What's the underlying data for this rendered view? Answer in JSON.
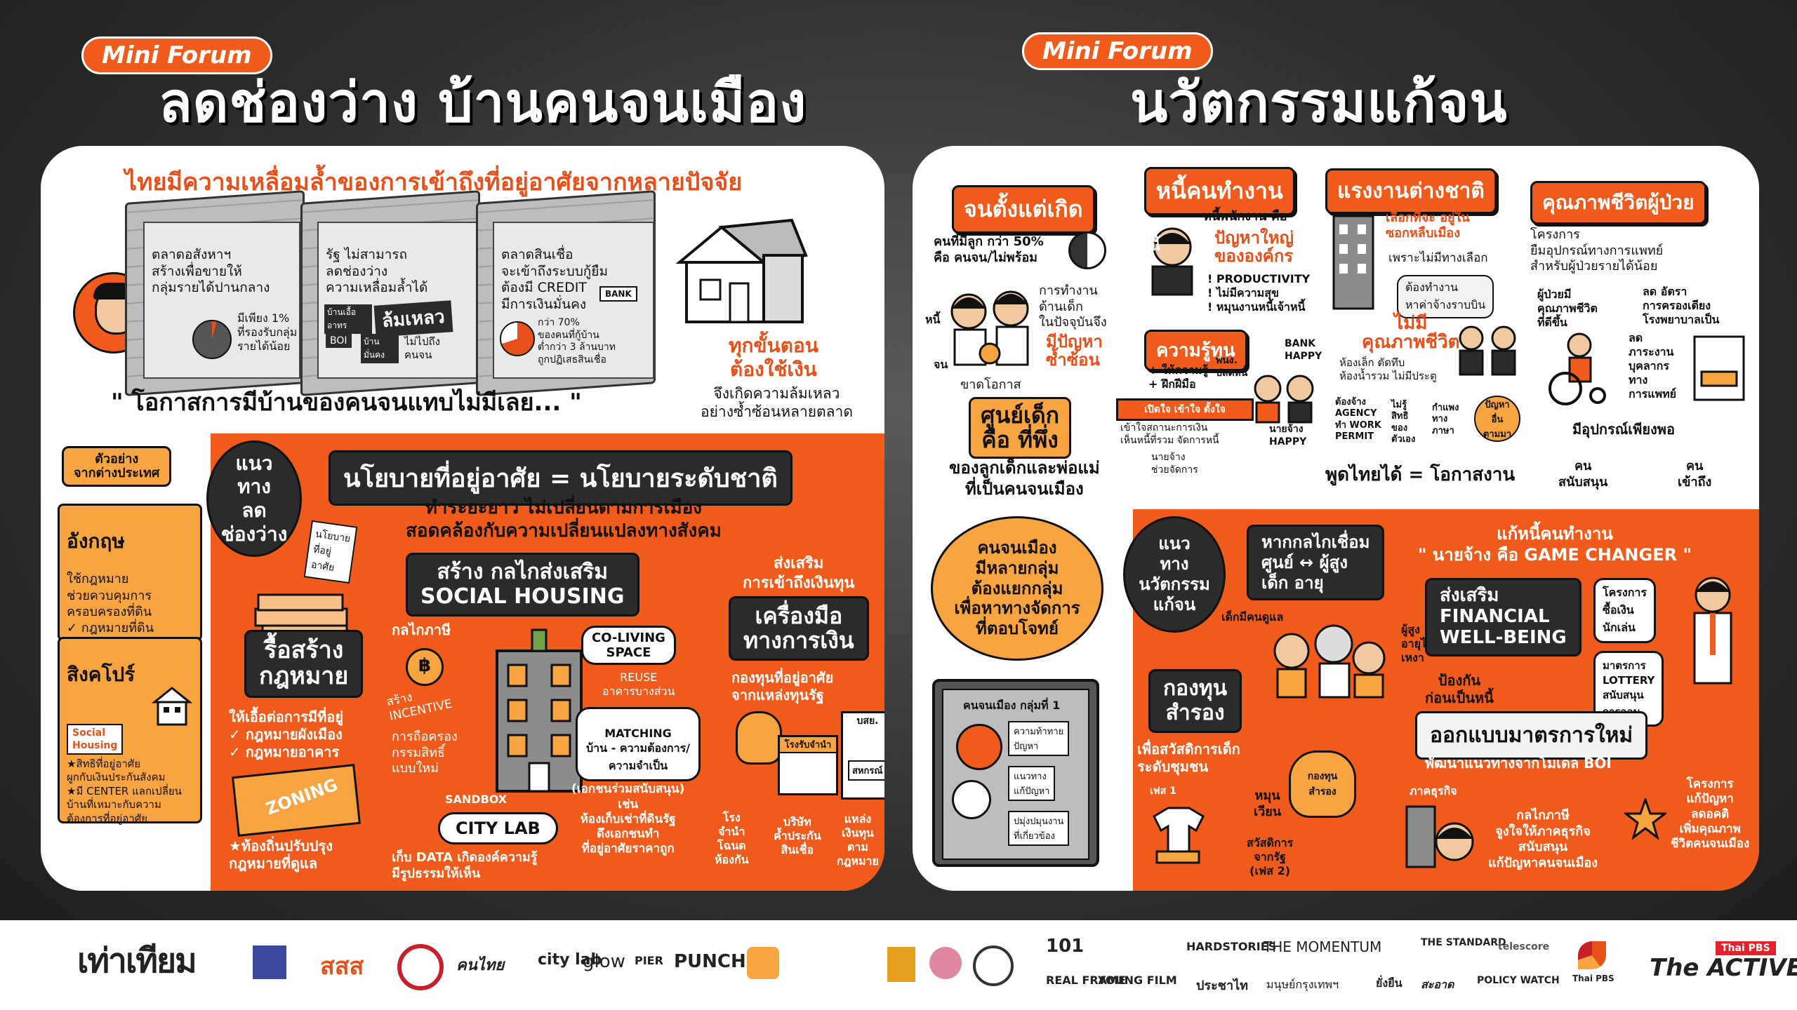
{
  "left": {
    "pill": "Mini Forum",
    "title": "ลดช่องว่าง บ้านคนจนเมือง",
    "headline": "ไทยมีความเหลื่อมล้ำของการเข้าถึงที่อยู่อาศัยจากหลายปัจจัย",
    "wall1": "ตลาดอสังหาฯ\nสร้างเพื่อขายให้\nกลุ่มรายได้ปานกลาง",
    "wall1_note": "มีเพียง 1%\nที่รองรับกลุ่ม\nรายได้น้อย",
    "wall2": "รัฐ ไม่สามารถ\nลดช่องว่าง\nความเหลื่อมล้ำได้",
    "wall2_badge": "ล้มเหลว",
    "wall2_a": "บ้านเอื้ออาทร",
    "wall2_b": "BOI",
    "wall2_c": "บ้านมั่นคง",
    "wall2_d": "ไม่ไปถึงคนจน",
    "wall3": "ตลาดสินเชื่อ\nจะเข้าถึงระบบกู้ยืม\nต้องมี CREDIT\nมีการเงินมั่นคง",
    "wall3_note": "กว่า 70%\nของคนที่กู้บ้าน\nต่ำกว่า 3 ล้านบาท\nถูกปฏิเสธสินเชื่อ",
    "bank": "BANK",
    "every_step": "ทุกขั้นตอน\nต้องใช้เงิน",
    "repeat_fail": "จึงเกิดความล้มเหลว\nอย่างซ้ำซ้อนหลายตลาด",
    "quote": "\" โอกาสการมีบ้านของคนจนแทบไม่มีเลย... \"",
    "examples_tag": "ตัวอย่าง\nจากต่างประเทศ",
    "uk_title": "อังกฤษ",
    "uk_body": "ใช้กฎหมาย\nช่วยควบคุมการ\nครอบครองที่ดิน\n✓ กฎหมายที่ดิน\n✓ กฎหมายมรดก",
    "sg_title": "สิงคโปร์",
    "sg_badge": "Social\nHousing",
    "sg_body": "★สิทธิที่อยู่อาศัย\nผูกกับเงินประกันสังคม\n★มี CENTER แลกเปลี่ยน\nบ้านที่เหมาะกับความ\nต้องการที่อยู่อาศัย",
    "approach": "แนว\nทาง\nลด\nช่องว่าง",
    "policy_banner": "นโยบายที่อยู่อาศัย = นโยบายระดับชาติ",
    "policy_sub": "ทำระยะยาว ไม่เปลี่ยนตามการเมือง\nสอดคล้องกับความเปลี่ยนแปลงทางสังคม",
    "book_note": "นโยบาย\nที่อยู่\nอาศัย",
    "law_tag": "รื้อสร้าง\nกฎหมาย",
    "law_body": "ให้เอื้อต่อการมีที่อยู่\n✓ กฎหมายผังเมือง\n✓ กฎหมายอาคาร",
    "zoning": "ZONING",
    "zoning_note": "★ท้องถิ่นปรับปรุง\nกฎหมายที่ดูแล",
    "social_title": "สร้าง กลไกส่งเสริม\nSOCIAL  HOUSING",
    "tax": "กลไกภาษี",
    "incentive": "สร้าง\nINCENTIVE",
    "ownership": "การถือครอง\nกรรมสิทธิ์\nแบบใหม่",
    "coliving": "CO-LIVING\nSPACE",
    "reuse": "REUSE\nอาคารบางส่วน",
    "matching": "MATCHING\nบ้าน - ความต้องการ/\nความจำเป็น",
    "boi": "ดึงกลไก BOI\n(เอกชนร่วมสนับสนุน)\nเช่น\nห้องเก็บเช่าที่ดินรัฐ\nดึงเอกชนทำ\nที่อยู่อาศัยราคาถูก",
    "sandbox": "SANDBOX",
    "citylab": "CITY LAB",
    "citylab_note": "เก็บ DATA เกิดองค์ความรู้\nมีรูปธรรมให้เห็น",
    "finance_head": "ส่งเสริม\nการเข้าถึงเงินทุน",
    "finance_tag": "เครื่องมือ\nทางการเงิน",
    "fund": "กองทุนที่อยู่อาศัย\nจากแหล่งทุนรัฐ",
    "pawnshop": "โรงรับจำนำ",
    "bso": "บสย.",
    "coop": "สหกรณ์",
    "fin_a": "โรง\nจำนำ\nโฉนด\nห้องกัน",
    "fin_b": "บริษัท\nค้ำประกัน\nสินเชื่อ",
    "fin_c": "แหล่ง\nเงินทุน\nตาม\nกฎหมาย"
  },
  "right": {
    "pill": "Mini Forum",
    "title": "นวัตกรรมแก้จน",
    "col1_tag": "จนตั้งแต่เกิด",
    "col1_a": "คนที่มีลูก กว่า 50%\nคือ คนจน/ไม่พร้อม",
    "col1_b": "การทำงาน\nด้านเด็ก\nในปัจจุบันจึง",
    "col1_c": "มีปัญหา\nซ้ำซ้อน",
    "col1_d": "ขาดโอกาส",
    "col1_e": "หนี้",
    "col1_f": "จน",
    "center_tag": "ศูนย์เด็ก\nคือ ที่พึ่ง",
    "center_body": "ของลูกเด็กและพ่อแม่\nที่เป็นคนจนเมือง",
    "col2_tag": "หนี้คนทำงาน",
    "col2_a": "หนี้พนักงาน คือ",
    "col2_b": "ปัญหาใหญ่\nขององค์กร",
    "col2_c": "! PRODUCTIVITY\n! ไม่มีความสุข\n! หมุนงานหนี้เจ้าหนี้",
    "col2_debt": "หนี้",
    "know_tag": "ความรู้ทุน",
    "know_a": "+ ให้ความรู้\n+ ฝึกฝีมือ",
    "know_b": "เปิดใจ  เข้าใจ  ตั้งใจ",
    "know_c": "เข้าใจสถานะการเงิน\nเห็นหนี้ที่รวม จัดการหนี้",
    "know_d": "นายจ้าง\nช่วยจัดการ",
    "know_e": "พนง.\nปลดหนี้",
    "know_f": "BANK\nHAPPY",
    "know_g": "นายจ้าง\nHAPPY",
    "col3_tag": "แรงงานต่างชาติ",
    "col3_a": "เลือกที่จะ อยู่ใน\nซอกหลืบเมือง",
    "col3_b": "เพราะไม่มีทางเลือก",
    "col3_c": "ต้องทำงาน\nหาค่าจ้างราบบิน",
    "col3_d": "ไม่มี\nคุณภาพชีวิต",
    "col3_e": "ห้องเล็ก ตัดทึบ\nห้องน้ำรวม ไม่มีประตู",
    "col3_f": "ต้องจ้าง\nAGENCY\nทำ WORK\nPERMIT",
    "col3_g": "ไม่รู้\nสิทธิ\nของ\nตัวเอง",
    "col3_h": "กำแพง\nทาง\nภาษา",
    "col3_i": "ปัญหา\nอื่น\nตามมา",
    "col3_j": "พูดไทยได้ = โอกาสงาน",
    "col4_tag": "คุณภาพชีวิตผู้ป่วย",
    "col4_a": "โครงการ\nยืมอุปกรณ์ทางการแพทย์\nสำหรับผู้ป่วยรายได้น้อย",
    "col4_b": "ผู้ป่วยมี\nคุณภาพชีวิต\nที่ดีขึ้น",
    "col4_c": "ลด อัตรา\nการครองเตียง\nโรงพยาบาลเป็น",
    "col4_d": "ลด\nภาระงาน\nบุคลากร\nทาง\nการแพทย์",
    "col4_e": "มีอุปกรณ์เพียงพอ",
    "col4_f": "คน\nสนับสนุน",
    "col4_g": "คน\nเข้าถึง",
    "bubble": "คนจนเมือง\nมีหลายกลุ่ม\nต้องแยกกลุ่ม\nเพื่อหาทางจัดการ\nที่ตอบโจทย์",
    "board_title": "คนจนเมือง กลุ่มที่ 1",
    "board_a": "ความท้าทาย\nปัญหา",
    "board_b": "แนวทาง\nแก้ปัญหา",
    "board_c": "ปมุ่งปมุนงาน\nที่เกี่ยวข้อง",
    "approach": "แนว\nทาง\nนวัตกรรม\nแก้จน",
    "link_tag": "หากกลไกเชื่อม\nศูนย์ ↔ ผู้สูง\nเด็ก      อายุ",
    "link_a": "เด็กมีคนดูแล",
    "link_b": "ผู้สูงอายุไม่เหงา",
    "fund_tag": "กองทุน\nสำรอง",
    "fund_a": "เพื่อสวัสดิการเด็ก\nระดับชุมชน",
    "fund_b": "เฟส 1",
    "fund_c": "หมุน\nเวียน",
    "fund_d": "กองทุน\nสำรอง",
    "fund_e": "สวัสดิการ\nจากรัฐ\n(เฟส 2)",
    "gc_head": "แก้หนี้คนทำงาน\n\" นายจ้าง คือ GAME CHANGER \"",
    "gc_tag": "ส่งเสริม\nFINANCIAL\nWELL-BEING",
    "gc_a": "ป้องกัน\nก่อนเป็นหนี้",
    "gc_b": "โครงการ\nซื้อเงิน\nนักเล่น",
    "gc_c": "มาตรการ\nLOTTERY\nสนับสนุน\nการออม",
    "new_tag": "ออกแบบมาตรการใหม่",
    "new_a": "พัฒนาแนวทางจากโมเดล BOI",
    "new_b": "ภาคธุรกิจ",
    "new_c": "กลไกภาษี\nจูงใจให้ภาคธุรกิจ\nสนับสนุน\nแก้ปัญหาคนจนเมือง",
    "new_d": "โครงการ\nแก้ปัญหา\nลดอคติ\nเพิ่มคุณภาพ\nชีวิตคนจนเมือง"
  },
  "footer": {
    "thao_thai": "เท่าเทียม",
    "logo1": "สสส",
    "logo2": "คนไทย",
    "logo3": "city lab",
    "logo4": "glow",
    "logo5": "PIER",
    "logo6": "PUNCHUP",
    "logo7": "101",
    "logo8": "HARDSTORIES",
    "logo9": "THE MOMENTUM",
    "logo10": "THE STANDARD",
    "logo11": "telescore",
    "logo12": "REAL FRAME",
    "logo13": "YOUNG FILM",
    "logo14": "ประชาไท",
    "logo15": "มนุษย์กรุงเทพฯ",
    "logo16": "ยั่งยืน",
    "logo17": "สะอาด",
    "logo18": "POLICY WATCH",
    "logo19": "Thai PBS",
    "logo20": "The ACTIVE",
    "logo20_top": "Thai PBS"
  }
}
